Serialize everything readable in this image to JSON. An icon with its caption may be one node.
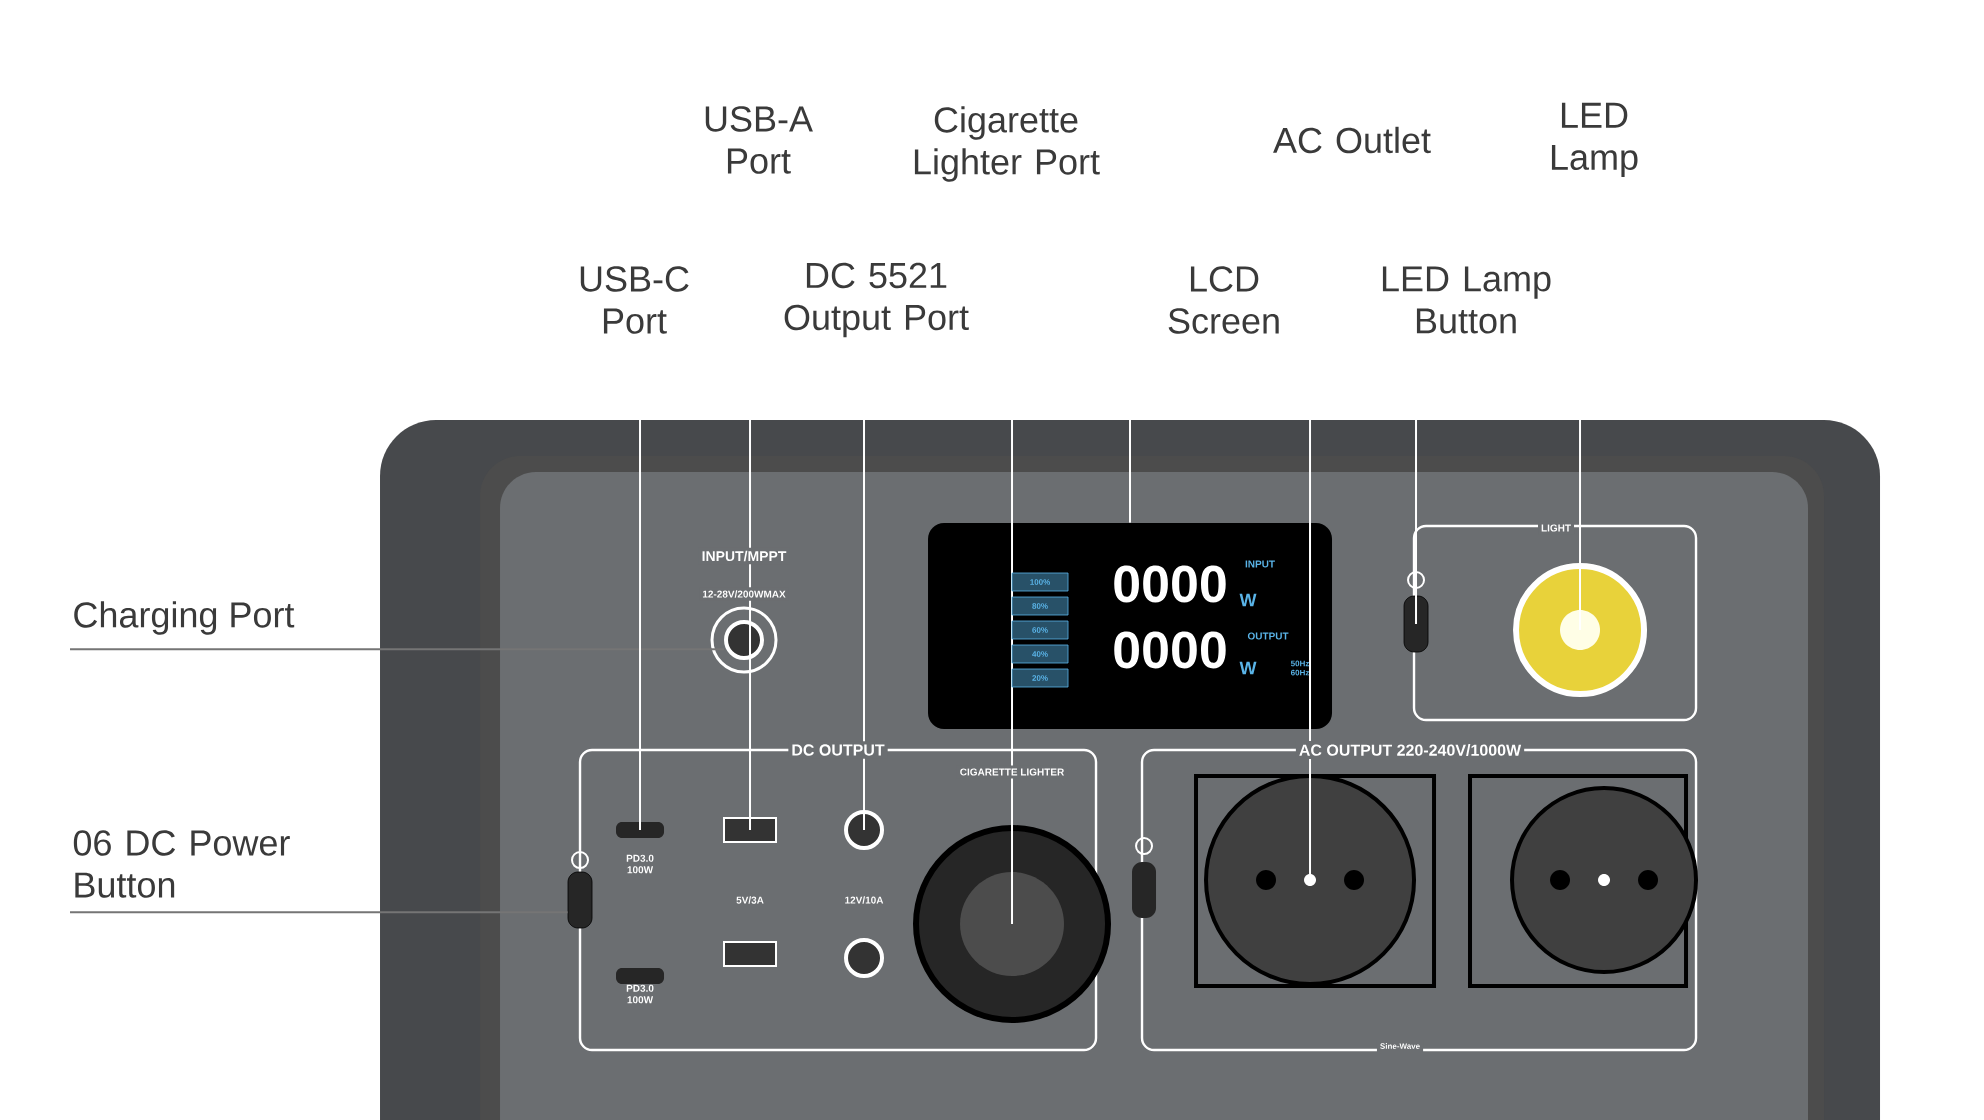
{
  "diagram": {
    "nodes": [
      {
        "text": [
          "USB-A Port"
        ]
      },
      {
        "text": [
          "Cigarette Lighter Port"
        ]
      },
      {
        "text": [
          "AC Outlet"
        ]
      },
      {
        "text": [
          "LED Lamp"
        ]
      },
      {
        "text": [
          "USB-C Port"
        ]
      },
      {
        "text": [
          "DC 5521 Output Port"
        ]
      },
      {
        "text": [
          "LCD Screen"
        ]
      },
      {
        "text": [
          "LED Lamp Button"
        ]
      },
      {
        "text": [
          "Charging Port"
        ]
      },
      {
        "text": [
          "06 DC Power Button"
        ]
      },
      {
        "text": [],
        "shape": "circle"
      },
      {
        "text": [],
        "shape": "box"
      },
      {
        "text": [],
        "shape": "box"
      },
      {
        "text": [],
        "shape": "box"
      },
      {
        "text": [],
        "shape": "circle"
      },
      {
        "text": [],
        "shape": "circle"
      },
      {
        "text": [],
        "shape": "box"
      },
      {
        "text": [],
        "shape": "box"
      },
      {
        "text": [],
        "shape": "circle"
      },
      {
        "text": [],
        "shape": "circle"
      },
      {
        "text": [],
        "shape": "box"
      },
      {
        "text": [],
        "shape": "box"
      },
      {
        "text": [],
        "shape": "circle"
      },
      {
        "text": [],
        "shape": "circle"
      }
    ],
    "edges": [
      {
        "from": 8,
        "to": 10,
        "arrow": "none",
        "color": "#757575"
      },
      {
        "from": 9,
        "to": 11,
        "arrow": "none",
        "color": "#757575"
      },
      {
        "from": 4,
        "to": 12,
        "arrow": "none"
      },
      {
        "from": 0,
        "to": 13,
        "arrow": "none"
      },
      {
        "from": 5,
        "to": 14,
        "arrow": "none"
      },
      {
        "from": 1,
        "to": 15,
        "arrow": "none"
      },
      {
        "from": 6,
        "to": 16,
        "arrow": "none"
      },
      {
        "from": 7,
        "to": 17,
        "arrow": "none"
      },
      {
        "from": 2,
        "to": 18,
        "arrow": "none"
      },
      {
        "from": 3,
        "to": 19,
        "arrow": "none"
      }
    ],
    "labels": [
      "INPUT/MPPT",
      "LIGHT",
      "12-28V/200WMAX",
      "100%",
      "0000",
      "INPUT",
      "W",
      "80%",
      "60%",
      "0000",
      "OUTPUT",
      "W",
      "50Hz 60Hz",
      "40%",
      "20%",
      "DC OUTPUT",
      "AC OUTPUT 220-240V/1000W",
      "CIGARETTE LIGHTER",
      "PD3.0 100W",
      "5V/3A",
      "12V/10A",
      "PD3.0 100W",
      "Sine-Wave"
    ]
  }
}
